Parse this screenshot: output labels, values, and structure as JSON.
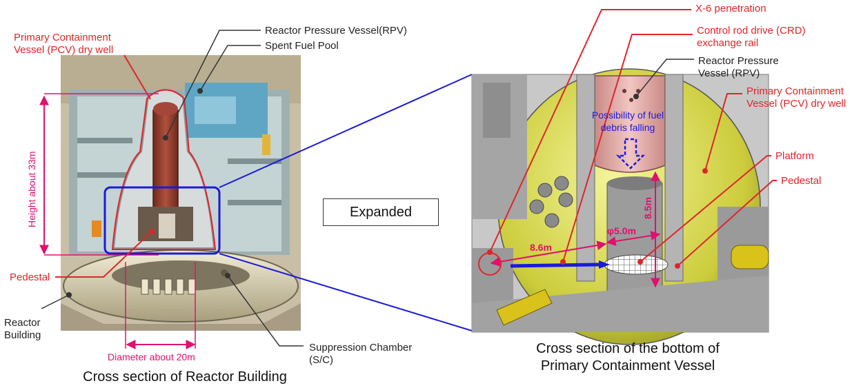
{
  "left_figure": {
    "caption": "Cross section of Reactor Building",
    "labels": {
      "pcv_dry_well": [
        "Primary Containment",
        "Vessel (PCV) dry well"
      ],
      "rpv": "Reactor Pressure Vessel(RPV)",
      "spent_fuel_pool": "Spent Fuel Pool",
      "pedestal": "Pedestal",
      "reactor_building": [
        "Reactor",
        "Building"
      ],
      "suppression_chamber": [
        "Suppression Chamber",
        "(S/C)"
      ]
    },
    "dimensions": {
      "height": "Height about 33m",
      "diameter": "Diameter about 20m"
    }
  },
  "expanded_label": "Expanded",
  "right_figure": {
    "caption": [
      "Cross section of the bottom of",
      "Primary Containment Vessel"
    ],
    "labels": {
      "x6_penetration": "X-6 penetration",
      "crd_rail": [
        "Control rod drive (CRD)",
        "exchange rail"
      ],
      "rpv": [
        "Reactor Pressure",
        "Vessel (RPV)"
      ],
      "pcv_dry_well": [
        "Primary Containment",
        "Vessel (PCV) dry well"
      ],
      "platform": "Platform",
      "pedestal": "Pedestal",
      "fuel_debris": [
        "Possibility of fuel",
        "debris falling"
      ]
    },
    "dimensions": {
      "rail_length": "8.6m",
      "pedestal_diameter": "φ5.0m",
      "pedestal_height": "8.5m"
    }
  },
  "colors": {
    "label_red": "#e0242a",
    "dimension_pink": "#e0106e",
    "highlight_blue": "#1a1adb",
    "connector_dark": "#333333"
  }
}
